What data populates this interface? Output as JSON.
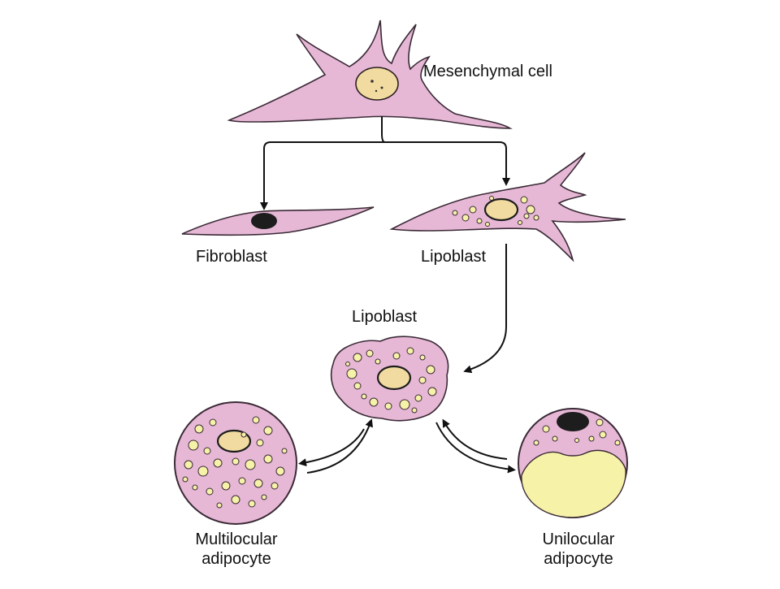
{
  "labels": {
    "mesenchymal": "Mesenchymal cell",
    "fibroblast": "Fibroblast",
    "lipoblast_top": "Lipoblast",
    "lipoblast_mid": "Lipoblast",
    "multilocular_line1": "Multilocular",
    "multilocular_line2": "adipocyte",
    "unilocular_line1": "Unilocular",
    "unilocular_line2": "adipocyte"
  },
  "colors": {
    "cytoplasm": "#e6b8d6",
    "cytoplasm_stroke": "#3a2a35",
    "nucleus": "#f1dba0",
    "nucleus_dark": "#1d1d1d",
    "lipid": "#f6f2a8",
    "arrow": "#111111"
  }
}
